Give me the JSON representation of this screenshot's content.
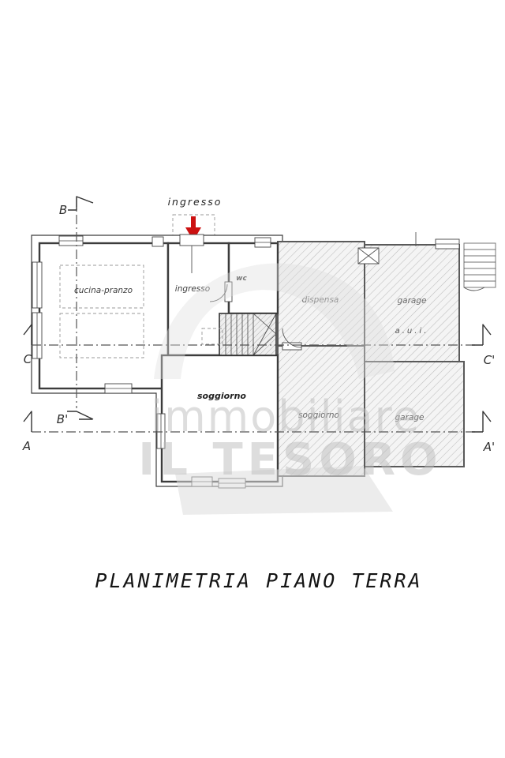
{
  "title": "PLANIMETRIA PIANO TERRA",
  "entrance": {
    "label": "ingresso"
  },
  "rooms": {
    "cucina": "cucina-pranzo",
    "ingresso": "ingresso",
    "wc": "wc",
    "dispensa": "dispensa",
    "garage_top": "garage",
    "aui": "a.u.i.",
    "soggiorno_main": "soggiorno",
    "soggiorno_right": "soggiorno",
    "garage_bottom": "garage"
  },
  "markers": {
    "b": "B",
    "b_prime": "B'",
    "c": "C",
    "c_prime": "C'",
    "a": "A",
    "a_prime": "A'"
  },
  "watermark": {
    "line1": "immobiliare",
    "line2": "IL TESORO"
  },
  "colors": {
    "arrow": "#cc1111",
    "line": "#3c3c3c",
    "hatch": "#bdbdbd",
    "watermark": "#c9c9c9"
  }
}
